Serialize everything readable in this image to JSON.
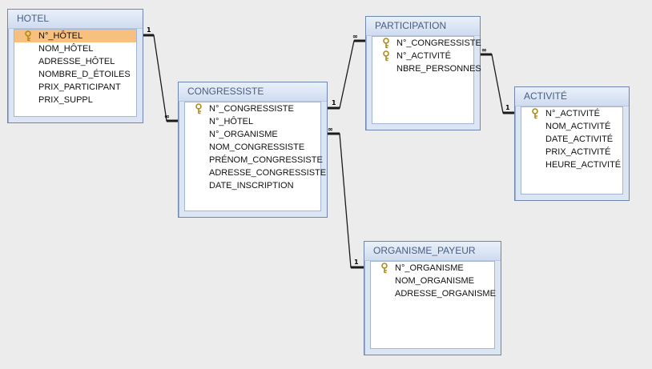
{
  "tables": {
    "hotel": {
      "title": "HOTEL",
      "fields": [
        "N°_HÔTEL",
        "NOM_HÔTEL",
        "ADRESSE_HÔTEL",
        "NOMBRE_D_ÉTOILES",
        "PRIX_PARTICIPANT",
        "PRIX_SUPPL"
      ]
    },
    "congressiste": {
      "title": "CONGRESSISTE",
      "fields": [
        "N°_CONGRESSISTE",
        "N°_HÔTEL",
        "N°_ORGANISME",
        "NOM_CONGRESSISTE",
        "PRÉNOM_CONGRESSISTE",
        "ADRESSE_CONGRESSISTE",
        "DATE_INSCRIPTION"
      ]
    },
    "participation": {
      "title": "PARTICIPATION",
      "fields": [
        "N°_CONGRESSISTE",
        "N°_ACTIVITÉ",
        "NBRE_PERSONNES"
      ]
    },
    "activite": {
      "title": "ACTIVITÉ",
      "fields": [
        "N°_ACTIVITÉ",
        "NOM_ACTIVITÉ",
        "DATE_ACTIVITÉ",
        "PRIX_ACTIVITÉ",
        "HEURE_ACTIVITÉ"
      ]
    },
    "organisme": {
      "title": "ORGANISME_PAYEUR",
      "fields": [
        "N°_ORGANISME",
        "NOM_ORGANISME",
        "ADRESSE_ORGANISME"
      ]
    }
  },
  "cardinality": {
    "one": "1",
    "many": "∞"
  },
  "colors": {
    "selection": "#f8c07e",
    "key": "#c9a227",
    "line": "#1a1a1a"
  },
  "icons": {
    "primary_key": "key-icon"
  }
}
